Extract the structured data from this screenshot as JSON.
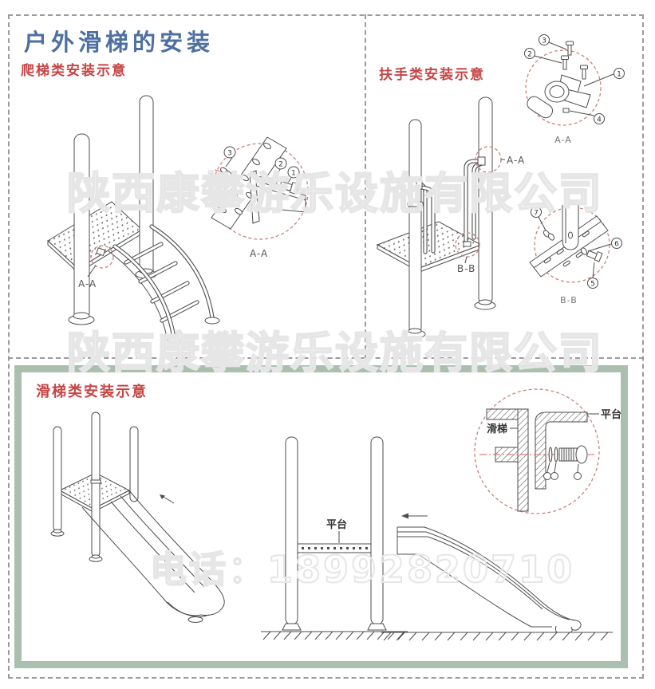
{
  "title": "户外滑梯的安装",
  "panels": {
    "climb": {
      "heading": "爬梯类安装示意"
    },
    "handrail": {
      "heading": "扶手类安装示意"
    },
    "slide": {
      "heading": "滑梯类安装示意",
      "platform_label": "平台",
      "detail": {
        "slide_label": "滑梯",
        "platform_label": "平台"
      }
    }
  },
  "section_marks": {
    "aa": "A-A",
    "bb": "B-B"
  },
  "callouts": {
    "n1": "1",
    "n2": "2",
    "n3": "3",
    "n4": "4",
    "n5": "5",
    "n6": "6",
    "n7": "7"
  },
  "watermarks": {
    "company": "陕西康攀游乐设施有限公司",
    "phone": "电话：18992820710"
  },
  "colors": {
    "title_blue": "#4e6fa1",
    "heading_red": "#c64444",
    "frame_green": "#aabfae",
    "detail_circle_red": "#c8827f",
    "centerline_red": "#d06060",
    "line_art": "#4d4d4d",
    "watermark_gray": "#e6e6e6",
    "border_gray": "#9b9b9b"
  }
}
